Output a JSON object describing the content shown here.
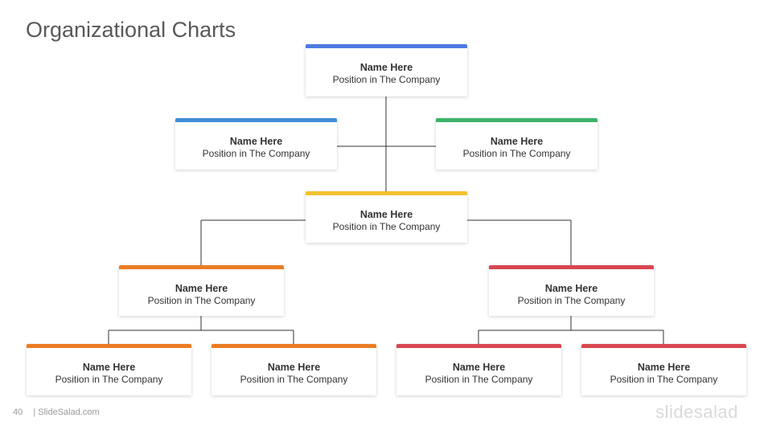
{
  "slide": {
    "title": "Organizational Charts",
    "page_number": "40",
    "footer_text": "| SlideSalad.com",
    "brand": "slidesalad"
  },
  "colors": {
    "blue": "#4f7be3",
    "sky": "#3f8ed6",
    "green": "#3db36b",
    "yellow": "#f2c12e",
    "orange": "#eb7c22",
    "red": "#d9474f",
    "line": "#333333"
  },
  "nodes": [
    {
      "id": "top",
      "name": "Name Here",
      "position": "Position in The Company",
      "color": "blue"
    },
    {
      "id": "left-asst",
      "name": "Name Here",
      "position": "Position in The Company",
      "color": "sky"
    },
    {
      "id": "right-asst",
      "name": "Name Here",
      "position": "Position in The Company",
      "color": "green"
    },
    {
      "id": "mid",
      "name": "Name Here",
      "position": "Position in The Company",
      "color": "yellow"
    },
    {
      "id": "left-mgr",
      "name": "Name Here",
      "position": "Position in The Company",
      "color": "orange"
    },
    {
      "id": "right-mgr",
      "name": "Name Here",
      "position": "Position in The Company",
      "color": "red"
    },
    {
      "id": "leaf-1",
      "name": "Name Here",
      "position": "Position in The Company",
      "color": "orange"
    },
    {
      "id": "leaf-2",
      "name": "Name Here",
      "position": "Position in The Company",
      "color": "orange"
    },
    {
      "id": "leaf-3",
      "name": "Name Here",
      "position": "Position in The Company",
      "color": "red"
    },
    {
      "id": "leaf-4",
      "name": "Name Here",
      "position": "Position in The Company",
      "color": "red"
    }
  ]
}
